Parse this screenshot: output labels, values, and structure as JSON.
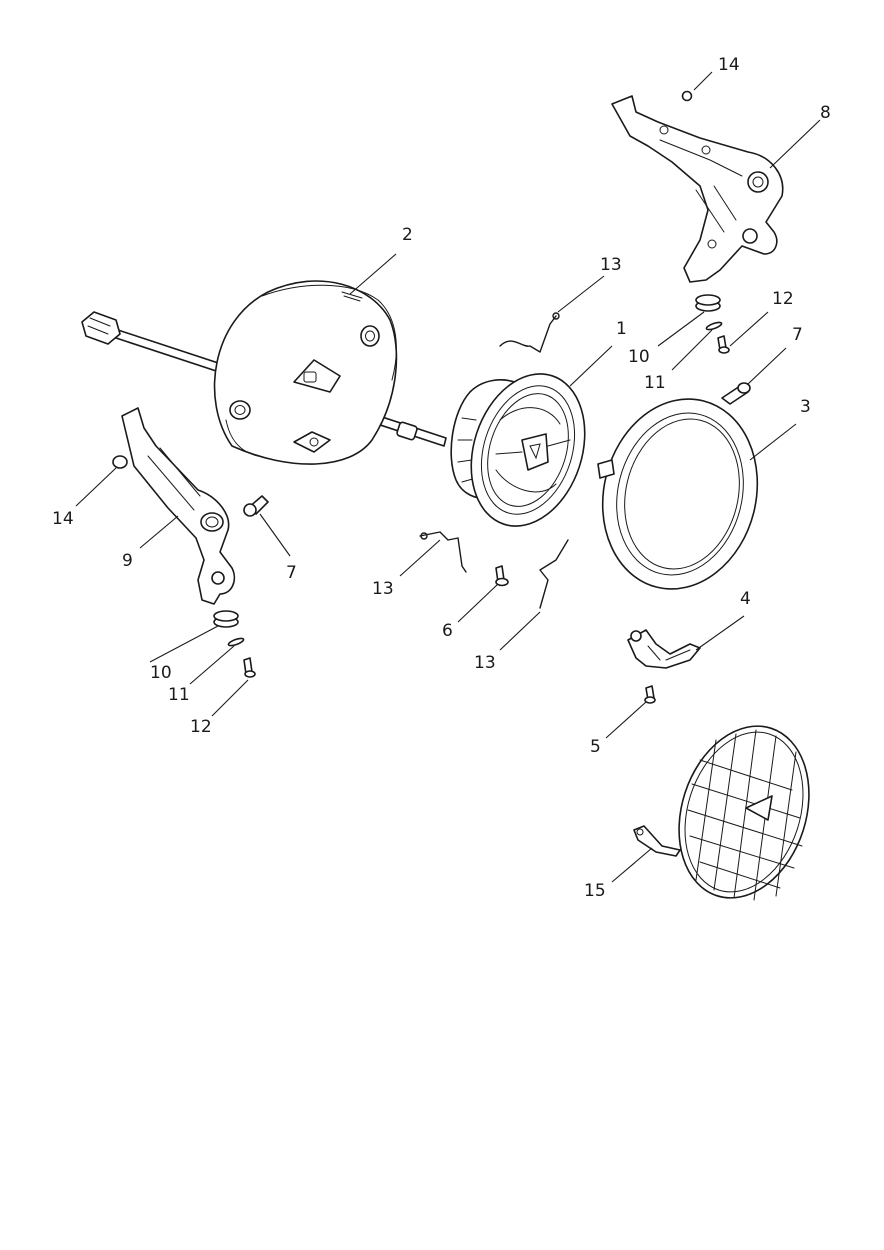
{
  "callouts": {
    "c1": "1",
    "c2": "2",
    "c3": "3",
    "c4": "4",
    "c5": "5",
    "c6": "6",
    "c7a": "7",
    "c7b": "7",
    "c8": "8",
    "c9": "9",
    "c10a": "10",
    "c10b": "10",
    "c11a": "11",
    "c11b": "11",
    "c12a": "12",
    "c12b": "12",
    "c13a": "13",
    "c13b": "13",
    "c13c": "13",
    "c14a": "14",
    "c14b": "14",
    "c15": "15"
  },
  "colors": {
    "line": "#1a1a1a",
    "background": "#ffffff"
  }
}
